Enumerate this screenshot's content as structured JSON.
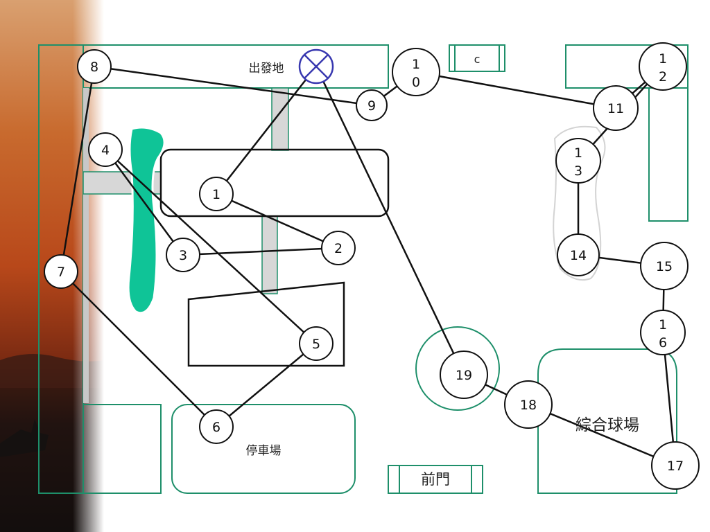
{
  "places": {
    "start_label": "出發地",
    "c_label": "c",
    "parking_label": "停車場",
    "front_gate_label": "前門",
    "sports_field_label": "綜合球場"
  },
  "nodes": [
    {
      "id": "1",
      "lines": [
        "1"
      ]
    },
    {
      "id": "2",
      "lines": [
        "2"
      ]
    },
    {
      "id": "3",
      "lines": [
        "3"
      ]
    },
    {
      "id": "4",
      "lines": [
        "4"
      ]
    },
    {
      "id": "5",
      "lines": [
        "5"
      ]
    },
    {
      "id": "6",
      "lines": [
        "6"
      ]
    },
    {
      "id": "7",
      "lines": [
        "7"
      ]
    },
    {
      "id": "8",
      "lines": [
        "8"
      ]
    },
    {
      "id": "9",
      "lines": [
        "9"
      ]
    },
    {
      "id": "10",
      "lines": [
        "1",
        "0"
      ]
    },
    {
      "id": "11",
      "lines": [
        "11"
      ]
    },
    {
      "id": "12",
      "lines": [
        "1",
        "2"
      ]
    },
    {
      "id": "13",
      "lines": [
        "1",
        "3"
      ]
    },
    {
      "id": "14",
      "lines": [
        "14"
      ]
    },
    {
      "id": "15",
      "lines": [
        "15"
      ]
    },
    {
      "id": "16",
      "lines": [
        "1",
        "6"
      ]
    },
    {
      "id": "17",
      "lines": [
        "17"
      ]
    },
    {
      "id": "18",
      "lines": [
        "18"
      ]
    },
    {
      "id": "19",
      "lines": [
        "19"
      ]
    }
  ],
  "route": [
    [
      "start",
      "1"
    ],
    [
      "1",
      "2"
    ],
    [
      "2",
      "3"
    ],
    [
      "3",
      "4"
    ],
    [
      "4",
      "5"
    ],
    [
      "5",
      "6"
    ],
    [
      "6",
      "7"
    ],
    [
      "7",
      "8"
    ],
    [
      "8",
      "9"
    ],
    [
      "9",
      "10"
    ],
    [
      "10",
      "11"
    ],
    [
      "11",
      "12"
    ],
    [
      "12",
      "13"
    ],
    [
      "13",
      "14"
    ],
    [
      "14",
      "15"
    ],
    [
      "15",
      "16"
    ],
    [
      "16",
      "17"
    ],
    [
      "17",
      "18"
    ],
    [
      "18",
      "19"
    ],
    [
      "19",
      "start"
    ]
  ],
  "colors": {
    "building_outline": "#1e8f6a",
    "pond_fill": "#0fc497",
    "walkway_fill": "#d7d7d7",
    "start_marker": "#3838b0",
    "route_line": "#111111"
  }
}
